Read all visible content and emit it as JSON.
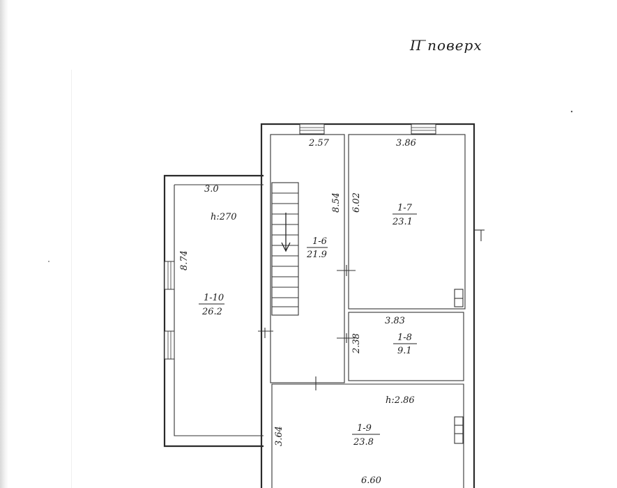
{
  "title": "II поверх",
  "ceiling_heights": [
    "h:270",
    "h:2.86"
  ],
  "rooms": [
    {
      "id": "1-6",
      "area": "21.9"
    },
    {
      "id": "1-7",
      "area": "23.1"
    },
    {
      "id": "1-8",
      "area": "9.1"
    },
    {
      "id": "1-9",
      "area": "23.8"
    },
    {
      "id": "1-10",
      "area": "26.2"
    }
  ],
  "dimensions": {
    "room_1_6_width": "2.57",
    "room_1_6_length": "8.54",
    "room_1_7_width": "3.86",
    "room_1_7_length": "6.02",
    "room_1_8_width": "3.83",
    "room_1_8_length": "2.38",
    "room_1_9_width": "6.60",
    "room_1_9_length": "3.64",
    "room_1_10_width": "3.0",
    "room_1_10_length": "8.74"
  }
}
